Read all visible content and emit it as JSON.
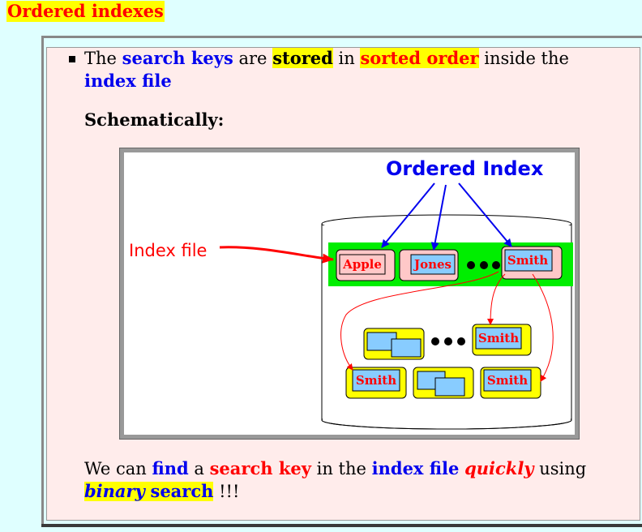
{
  "heading": "Ordered indexes",
  "bullet": {
    "w_the": "The",
    "w_search_keys": "search keys",
    "w_are": "are",
    "w_stored": "stored",
    "w_in": "in",
    "w_sorted_order": "sorted order",
    "w_inside_the": "inside the",
    "w_index_file": "index file"
  },
  "schematically": "Schematically:",
  "diagram": {
    "ordered_index": "Ordered Index",
    "index_file": "Index file",
    "key_apple": "Apple",
    "key_jones": "Jones",
    "key_smith": "Smith"
  },
  "conclusion": {
    "w_we_can": "We can",
    "w_find": "find",
    "w_a": "a",
    "w_search_key": "search key",
    "w_in_the": "in the",
    "w_index_file": "index file",
    "w_quickly": "quickly",
    "w_using": "using",
    "w_binary": "binary",
    "w_search": "search",
    "w_bangs": "!!!"
  },
  "colors": {
    "background": "#dfffff",
    "panel": "#ffeceb",
    "blue": "#0000ee",
    "red": "#ff0000",
    "highlight": "#ffff00",
    "index_band": "#00ee00",
    "key_box": "#ffc8c8",
    "key_label_bg": "#88ccff",
    "data_box": "#ffff00"
  }
}
